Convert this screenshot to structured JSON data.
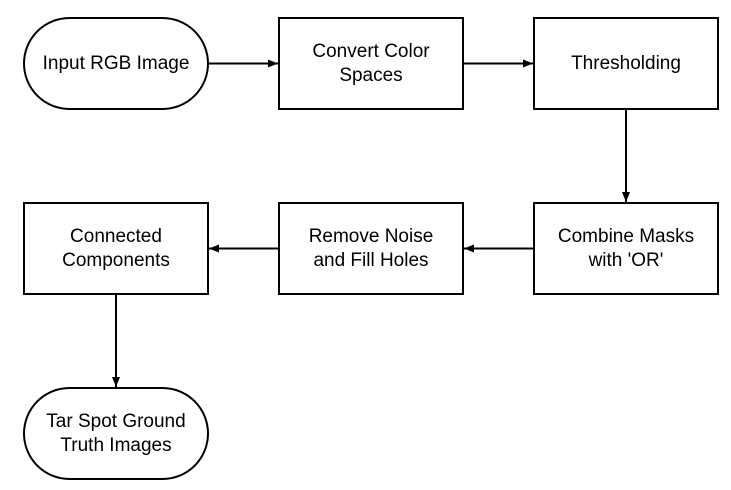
{
  "diagram": {
    "nodes": [
      {
        "id": "input",
        "label": "Input RGB Image",
        "shape": "terminal"
      },
      {
        "id": "convert",
        "label": "Convert Color\nSpaces",
        "shape": "process"
      },
      {
        "id": "threshold",
        "label": "Thresholding",
        "shape": "process"
      },
      {
        "id": "combine",
        "label": "Combine Masks\nwith 'OR'",
        "shape": "process"
      },
      {
        "id": "denoise",
        "label": "Remove Noise\nand Fill Holes",
        "shape": "process"
      },
      {
        "id": "connected",
        "label": "Connected\nComponents",
        "shape": "process"
      },
      {
        "id": "output",
        "label": "Tar Spot Ground\nTruth Images",
        "shape": "terminal"
      }
    ],
    "edges": [
      {
        "from": "input",
        "to": "convert"
      },
      {
        "from": "convert",
        "to": "threshold"
      },
      {
        "from": "threshold",
        "to": "combine"
      },
      {
        "from": "combine",
        "to": "denoise"
      },
      {
        "from": "denoise",
        "to": "connected"
      },
      {
        "from": "connected",
        "to": "output"
      }
    ],
    "colors": {
      "stroke": "#000000",
      "fill": "#ffffff",
      "text": "#000000"
    }
  }
}
